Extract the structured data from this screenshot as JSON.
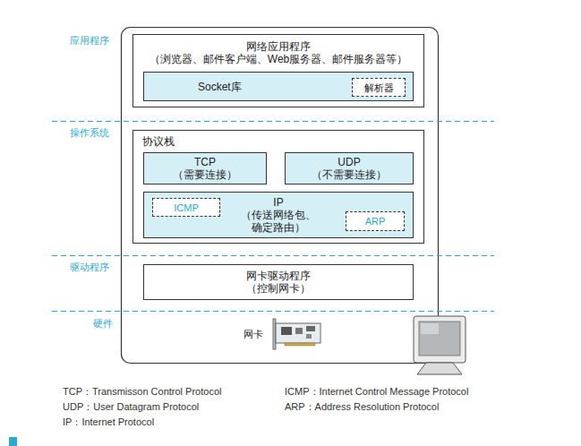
{
  "diagram": {
    "nodes": [
      {
        "text": [
          "网络应用程序 （浏览器、邮件客户端、Web服务器、邮件服务器等）"
        ]
      },
      {
        "text": [
          "Socket库"
        ],
        "in": 0
      },
      {
        "text": [
          "解析器"
        ],
        "in": 1
      },
      {
        "text": [
          "协议栈"
        ]
      },
      {
        "text": [
          "TCP （需要连接）"
        ],
        "in": 3
      },
      {
        "text": [
          "UDP （不需要连接）"
        ],
        "in": 3
      },
      {
        "text": [
          "IP （传送网络包、 确定路由）"
        ],
        "in": 3
      },
      {
        "text": [
          "ICMP"
        ],
        "in": 6
      },
      {
        "text": [
          "ARP"
        ],
        "in": 6
      },
      {
        "text": [
          "网卡驱动程序 （控制网卡）"
        ]
      }
    ],
    "labels": [
      "应用程序",
      "操作系统",
      "驱动程序",
      "硬件",
      "网卡",
      "TCP：Transmisson Control Protocol",
      "UDP：User Datagram Protocol",
      "IP：Internet Protocol",
      "ICMP：Internet Control Message Protocol",
      "ARP：Address Resolution Protocol"
    ]
  }
}
